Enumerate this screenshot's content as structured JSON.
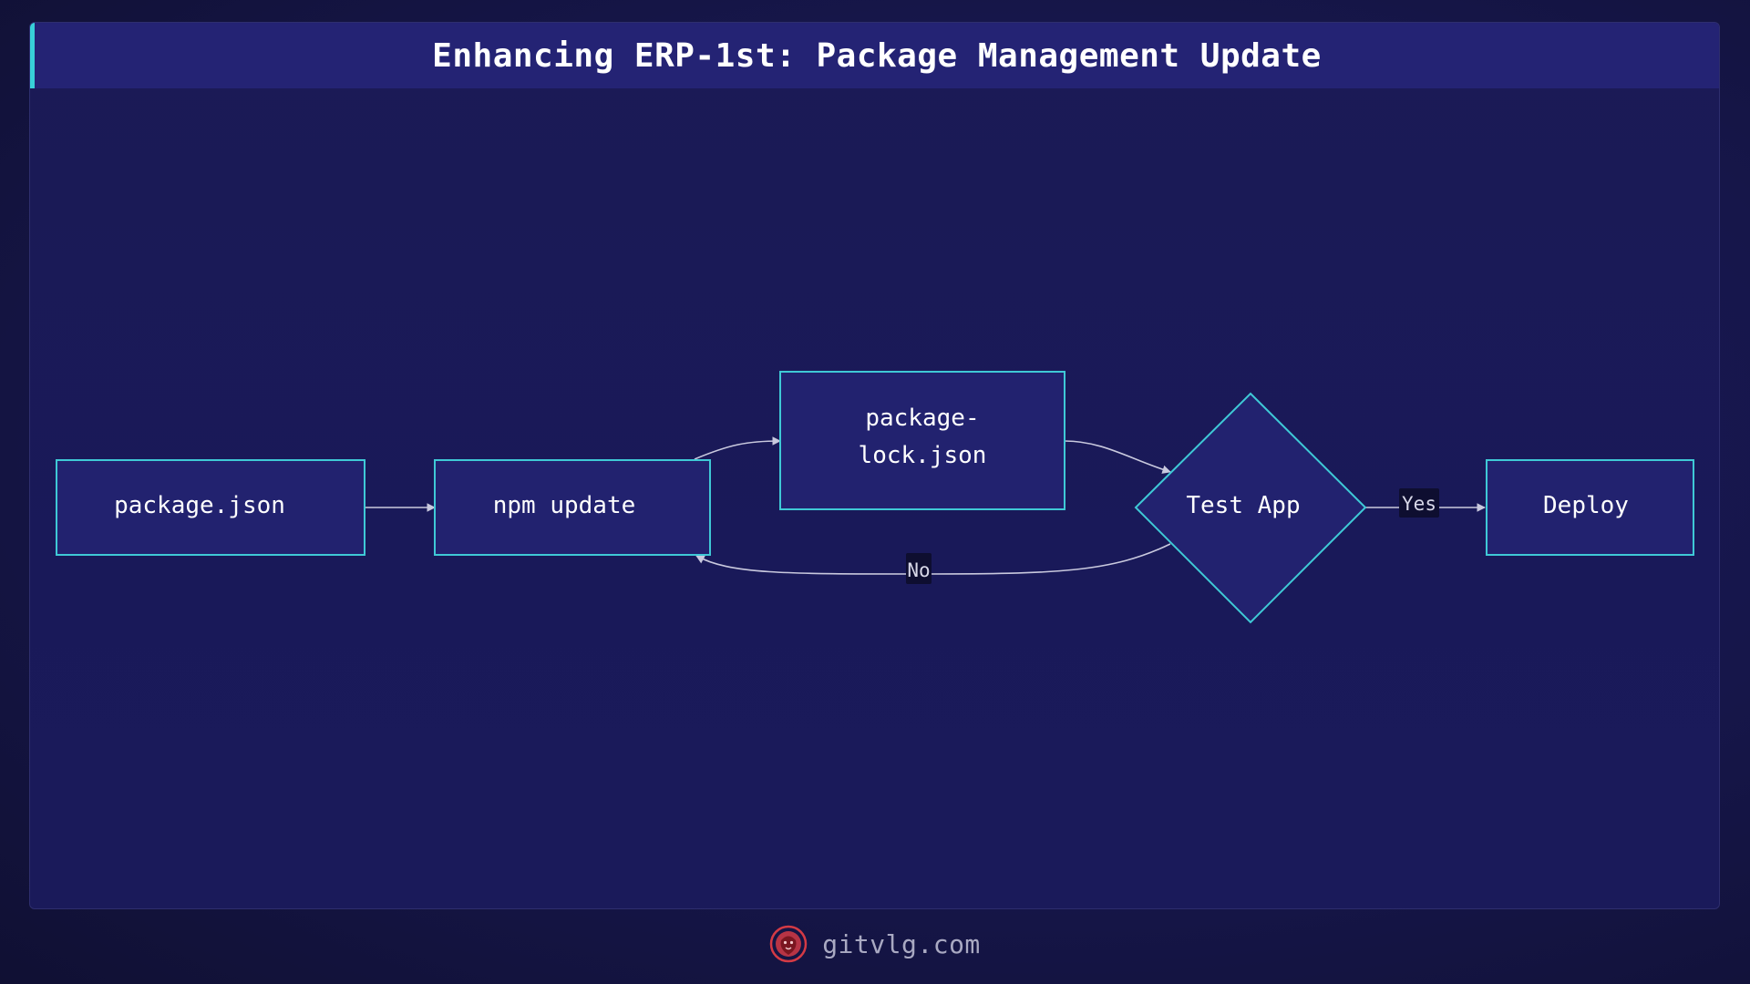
{
  "title": "Enhancing ERP-1st: Package Management Update",
  "nodes": {
    "package_json": "package.json",
    "npm_update": "npm update",
    "package_lock_line1": "package-",
    "package_lock_line2": "lock.json",
    "test_app": "Test App",
    "deploy": "Deploy"
  },
  "edges": {
    "yes_label": "Yes",
    "no_label": "No"
  },
  "footer": {
    "site": "gitvlg.com",
    "logo_icon": "lion-logo-icon"
  },
  "colors": {
    "node_fill": "#22226f",
    "node_stroke": "#3fc9d6",
    "title_bar": "#242374",
    "accent": "#38d0d8",
    "logo_red": "#d43a45"
  }
}
